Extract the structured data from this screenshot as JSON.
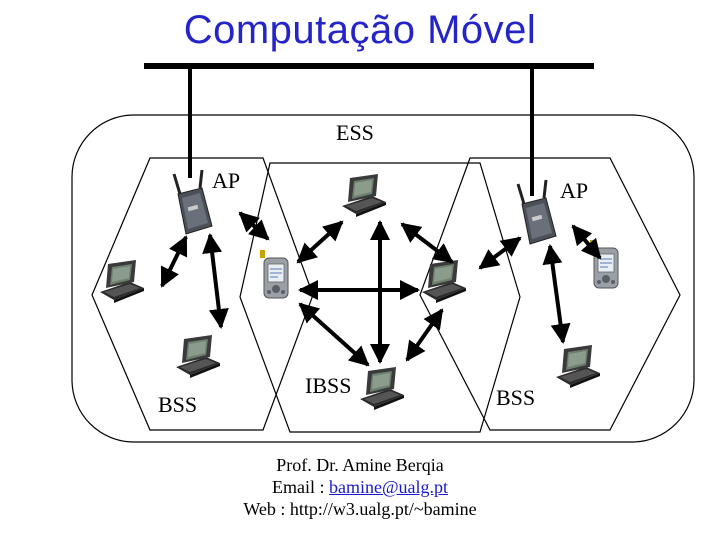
{
  "title": "Computação Móvel",
  "labels": {
    "ess": "ESS",
    "ap_left": "AP",
    "ap_right": "AP",
    "bss_left": "BSS",
    "ibss": "IBSS",
    "bss_right": "BSS"
  },
  "footer": {
    "name": "Prof. Dr. Amine Berqia",
    "email_prefix": "Email : ",
    "email": "bamine@ualg.pt",
    "web": "Web : http://w3.ualg.pt/~bamine"
  },
  "icons": {
    "access_point": "wireless-access-point-icon",
    "laptop": "laptop-icon",
    "pda": "pda-icon"
  }
}
